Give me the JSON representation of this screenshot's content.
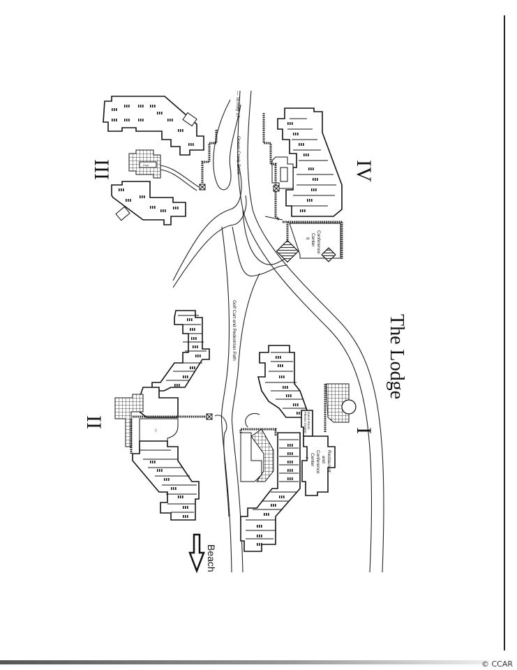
{
  "map": {
    "title": "The Lodge",
    "sections": [
      {
        "id": "I",
        "label": "I"
      },
      {
        "id": "II",
        "label": "II"
      },
      {
        "id": "III",
        "label": "III"
      },
      {
        "id": "IV",
        "label": "IV"
      }
    ],
    "roads": {
      "ocean_creek": "Ocean Creek Drive",
      "to_hwy": "— To Hwy 17",
      "golf_path": "Golf Cart and Pedestrian Path"
    },
    "facilities": {
      "restaurant": "Restaurant",
      "restaurant_and": "and",
      "restaurant_conf": "Conference",
      "restaurant_center": "Center",
      "restaurant_num": "I",
      "conf2_line1": "Conference",
      "conf2_line2": "Center",
      "conf2_num": "II",
      "fitness_line1": "Fitness Center/",
      "fitness_line2": "Game Room",
      "pool": "Pool"
    },
    "direction": {
      "label": "Beach",
      "icon": "arrow-down-icon"
    },
    "copyright": "© CCAR"
  }
}
